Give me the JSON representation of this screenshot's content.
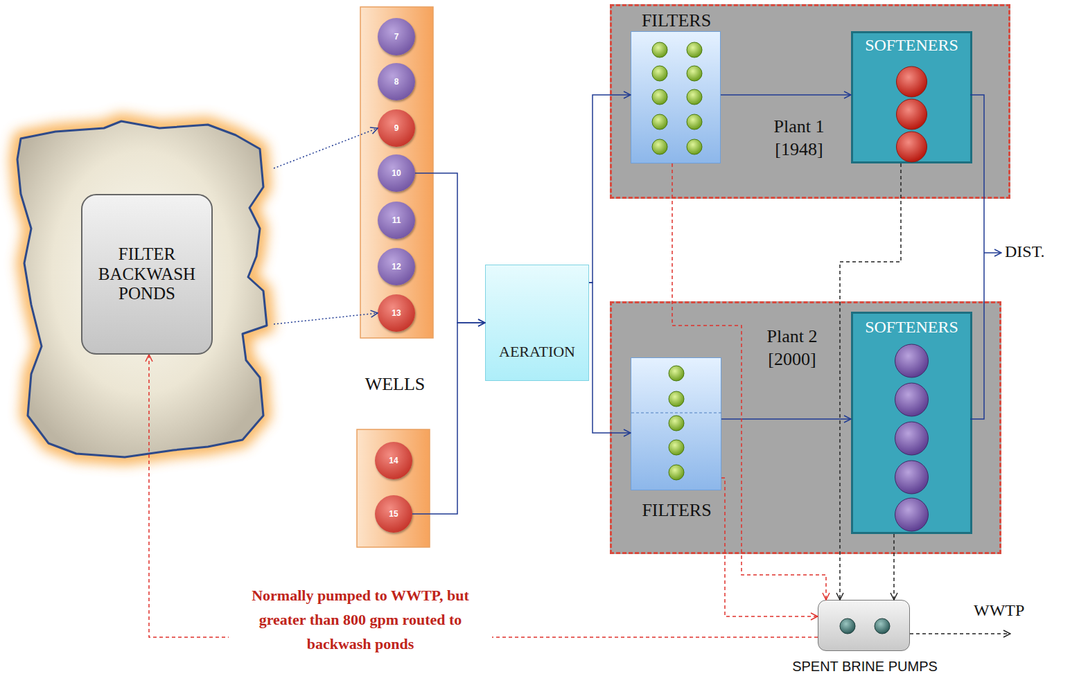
{
  "diagram": {
    "nodes": [
      {
        "text": [
          "FILTER BACKWASH PONDS"
        ]
      },
      {
        "text": [
          "7"
        ]
      },
      {
        "text": [
          "8"
        ]
      },
      {
        "text": [
          "9"
        ]
      },
      {
        "text": [
          "10"
        ]
      },
      {
        "text": [
          "11"
        ]
      },
      {
        "text": [
          "12"
        ]
      },
      {
        "text": [
          "13"
        ]
      },
      {
        "text": [
          "14"
        ]
      },
      {
        "text": [
          "15"
        ]
      },
      {
        "text": [
          "AERATION"
        ]
      },
      {
        "text": [
          "Plant 1 [1948]"
        ]
      },
      {
        "text": [
          "FILTERS"
        ],
        "in": 11
      },
      {
        "text": [
          "SOFTENERS"
        ],
        "in": 11
      },
      {
        "text": [
          "Plant 2 [2000]"
        ]
      },
      {
        "text": [
          "FILTERS"
        ],
        "in": 14
      },
      {
        "text": [
          "SOFTENERS"
        ],
        "in": 14
      },
      {
        "text": [
          "SPENT BRINE PUMPS"
        ]
      }
    ],
    "edges": [
      {
        "from": 0,
        "to": 3,
        "arrow": "to"
      },
      {
        "from": 0,
        "to": 7,
        "arrow": "to"
      },
      {
        "from": 4,
        "to": 10,
        "arrow": "to"
      },
      {
        "from": 9,
        "to": 10,
        "arrow": "to"
      },
      {
        "from": 10,
        "to": 12,
        "arrow": "to"
      },
      {
        "from": 10,
        "to": 15,
        "arrow": "to"
      },
      {
        "from": 12,
        "to": 13,
        "arrow": "to"
      },
      {
        "from": 15,
        "to": 16,
        "arrow": "to"
      },
      {
        "from": 12,
        "to": 17,
        "arrow": "to"
      },
      {
        "from": 15,
        "to": 17,
        "arrow": "to"
      },
      {
        "from": 13,
        "to": 17,
        "arrow": "to"
      },
      {
        "from": 16,
        "to": 17,
        "arrow": "to"
      },
      {
        "from": 17,
        "to": 0,
        "arrow": "to",
        "label": "Normally pumped to WWTP, but greater than 800 gpm routed to backwash ponds"
      }
    ],
    "labels": [
      "WELLS",
      "DIST.",
      "WWTP"
    ]
  }
}
